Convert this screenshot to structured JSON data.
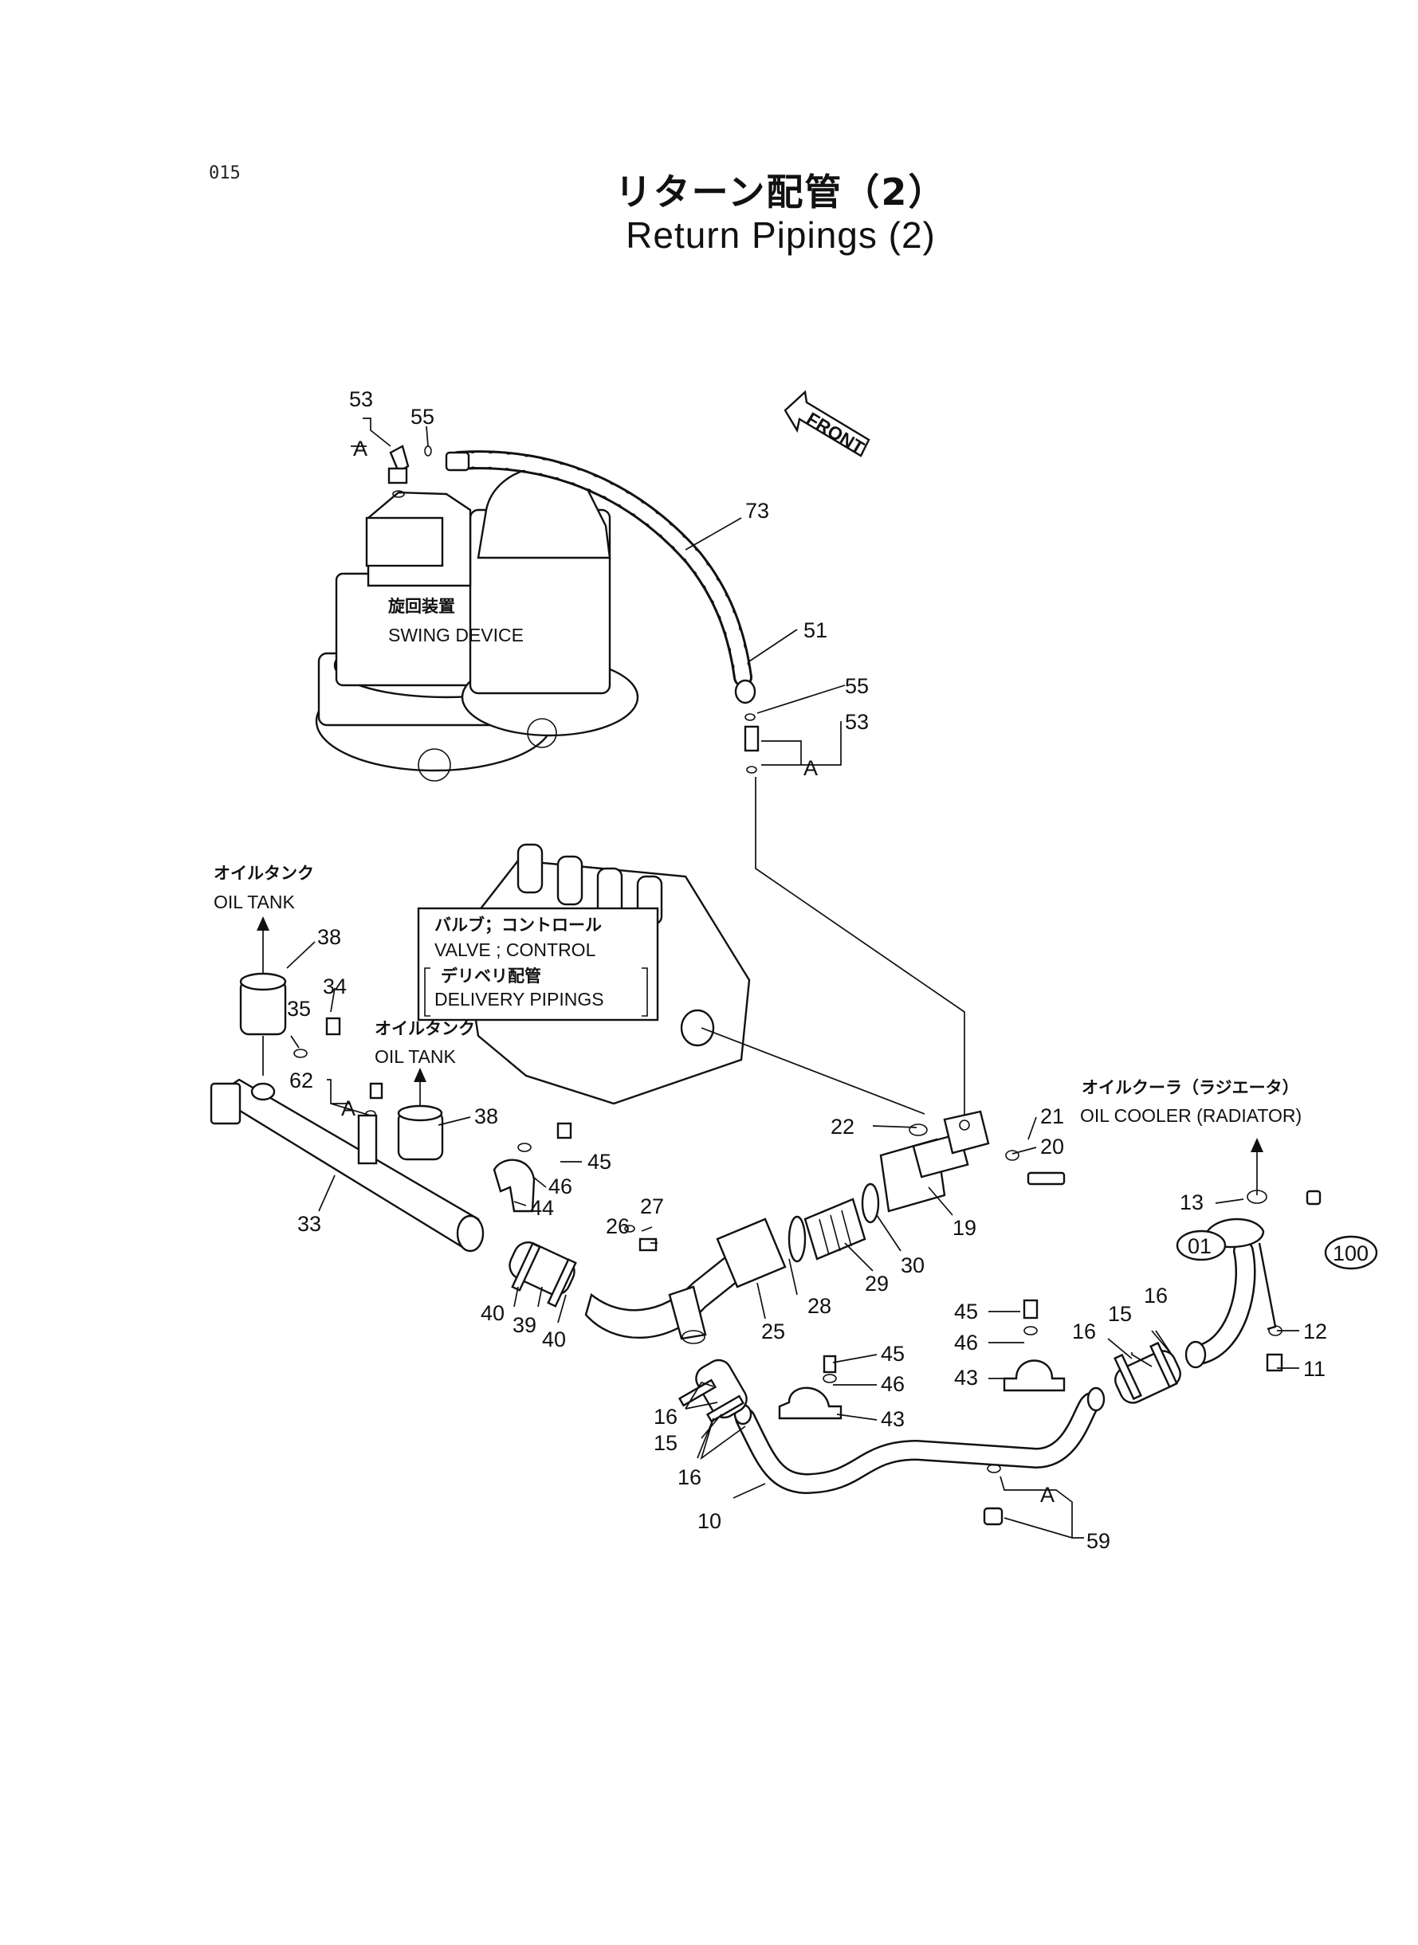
{
  "page": {
    "number": "015",
    "title_ja": "リターン配管（2）",
    "title_en": "Return  Pipings (2)"
  },
  "labels": {
    "front": "FRONT",
    "swing_ja": "旋回装置",
    "swing_en": "SWING DEVICE",
    "oil_tank_ja": "オイルタンク",
    "oil_tank_en": "OIL TANK",
    "valve_ja": "バルブ；コントロール",
    "valve_en": "VALVE ; CONTROL",
    "delivery_ja": "デリベリ配管",
    "delivery_en": "DELIVERY PIPINGS",
    "cooler_ja": "オイルクーラ（ラジエータ）",
    "cooler_en": "OIL COOLER (RADIATOR)",
    "ref_a": "A",
    "ref_01": "01",
    "ref_100": "100"
  },
  "callouts": {
    "c53a": "53",
    "c55a": "55",
    "c73": "73",
    "c51": "51",
    "c55b": "55",
    "c53b": "53",
    "c38a": "38",
    "c34": "34",
    "c35": "35",
    "c38b": "38",
    "c62": "62",
    "c33": "33",
    "c45a": "45",
    "c46a": "46",
    "c44": "44",
    "c22": "22",
    "c21": "21",
    "c20": "20",
    "c19": "19",
    "c30": "30",
    "c29": "29",
    "c28": "28",
    "c27": "27",
    "c26": "26",
    "c25": "25",
    "c40a": "40",
    "c39": "39",
    "c40b": "40",
    "c13": "13",
    "c12": "12",
    "c11": "11",
    "c45b": "45",
    "c46b": "46",
    "c43a": "43",
    "c16a": "16",
    "c15a": "15",
    "c16b": "16",
    "c45c": "45",
    "c46c": "46",
    "c43b": "43",
    "c16c": "16",
    "c15b": "15",
    "c16d": "16",
    "c10": "10",
    "c59": "59"
  }
}
